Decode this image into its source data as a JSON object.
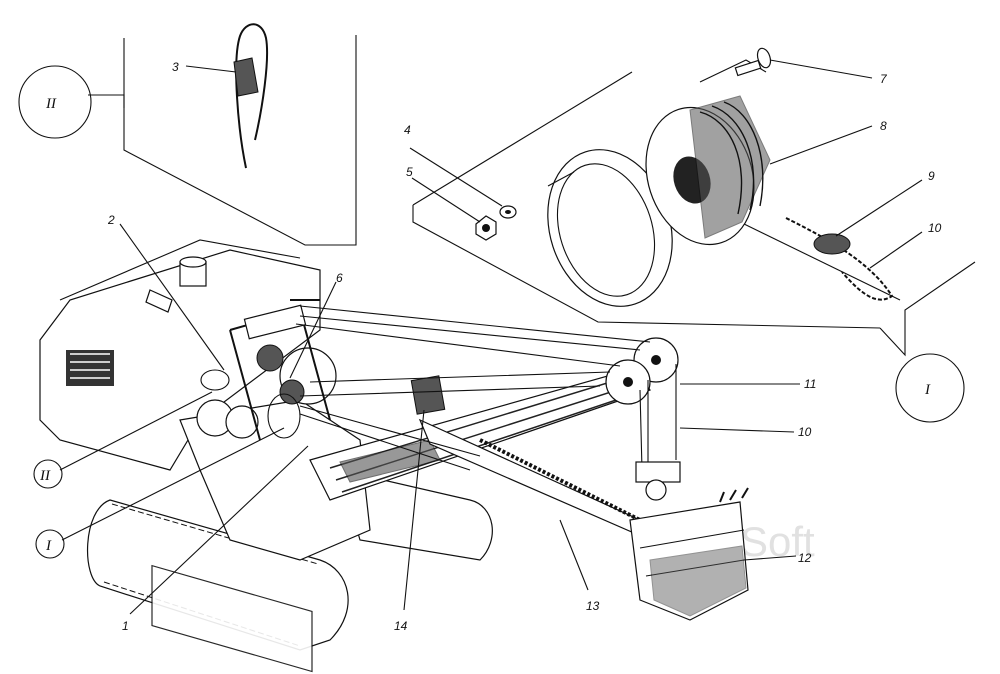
{
  "callouts": {
    "c1": "1",
    "c2": "2",
    "c3": "3",
    "c4": "4",
    "c5": "5",
    "c6": "6",
    "c7": "7",
    "c8": "8",
    "c9": "9",
    "c10a": "10",
    "c10b": "10",
    "c11": "11",
    "c12": "12",
    "c13": "13",
    "c14": "14"
  },
  "views": {
    "detail_I_circle": "I",
    "detail_II_circle": "II",
    "pointer_I": "I",
    "pointer_II": "II"
  },
  "watermark": "Soft"
}
